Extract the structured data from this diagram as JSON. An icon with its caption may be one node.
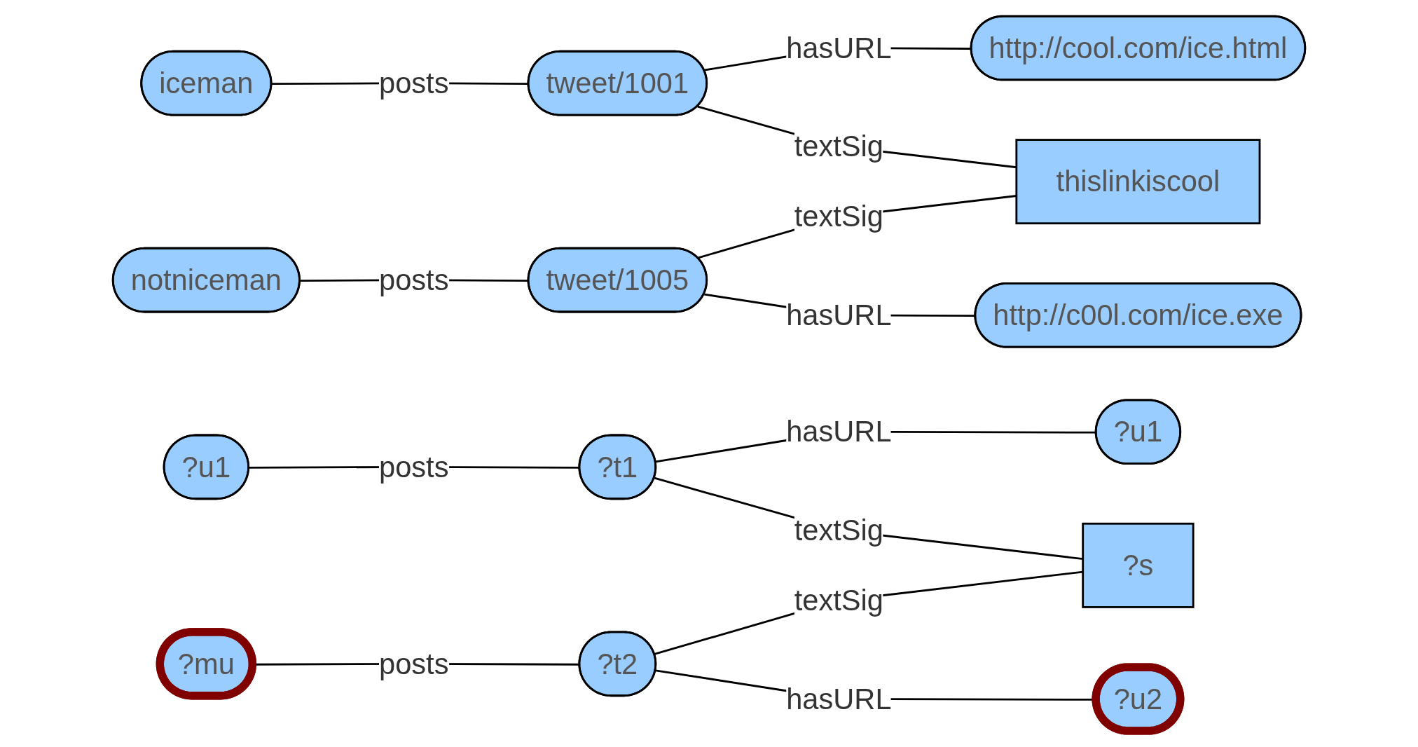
{
  "diagram": {
    "nodes": [
      {
        "text": [
          "iceman"
        ]
      },
      {
        "text": [
          "tweet/1001"
        ]
      },
      {
        "text": [
          "http://cool.com/ice.html"
        ]
      },
      {
        "text": [
          "thislinkiscool"
        ]
      },
      {
        "text": [
          "notniceman"
        ]
      },
      {
        "text": [
          "tweet/1005"
        ]
      },
      {
        "text": [
          "http://c00l.com/ice.exe"
        ]
      },
      {
        "text": [
          "?u1"
        ]
      },
      {
        "text": [
          "?t1"
        ]
      },
      {
        "text": [
          "?u1"
        ]
      },
      {
        "text": [
          "?s"
        ]
      },
      {
        "text": [
          "?mu"
        ]
      },
      {
        "text": [
          "?t2"
        ]
      },
      {
        "text": [
          "?u2"
        ]
      }
    ],
    "edges": [
      {
        "from": 0,
        "to": 1,
        "arrow": "none",
        "label": "posts"
      },
      {
        "from": 1,
        "to": 2,
        "arrow": "none",
        "label": "hasURL"
      },
      {
        "from": 1,
        "to": 3,
        "arrow": "none",
        "label": "textSig"
      },
      {
        "from": 4,
        "to": 5,
        "arrow": "none",
        "label": "posts"
      },
      {
        "from": 5,
        "to": 3,
        "arrow": "none",
        "label": "textSig"
      },
      {
        "from": 5,
        "to": 6,
        "arrow": "none",
        "label": "hasURL"
      },
      {
        "from": 7,
        "to": 8,
        "arrow": "none",
        "label": "posts"
      },
      {
        "from": 8,
        "to": 9,
        "arrow": "none",
        "label": "hasURL"
      },
      {
        "from": 8,
        "to": 10,
        "arrow": "none",
        "label": "textSig"
      },
      {
        "from": 11,
        "to": 12,
        "arrow": "none",
        "label": "posts"
      },
      {
        "from": 12,
        "to": 10,
        "arrow": "none",
        "label": "textSig"
      },
      {
        "from": 12,
        "to": 13,
        "arrow": "none",
        "label": "hasURL"
      }
    ]
  }
}
